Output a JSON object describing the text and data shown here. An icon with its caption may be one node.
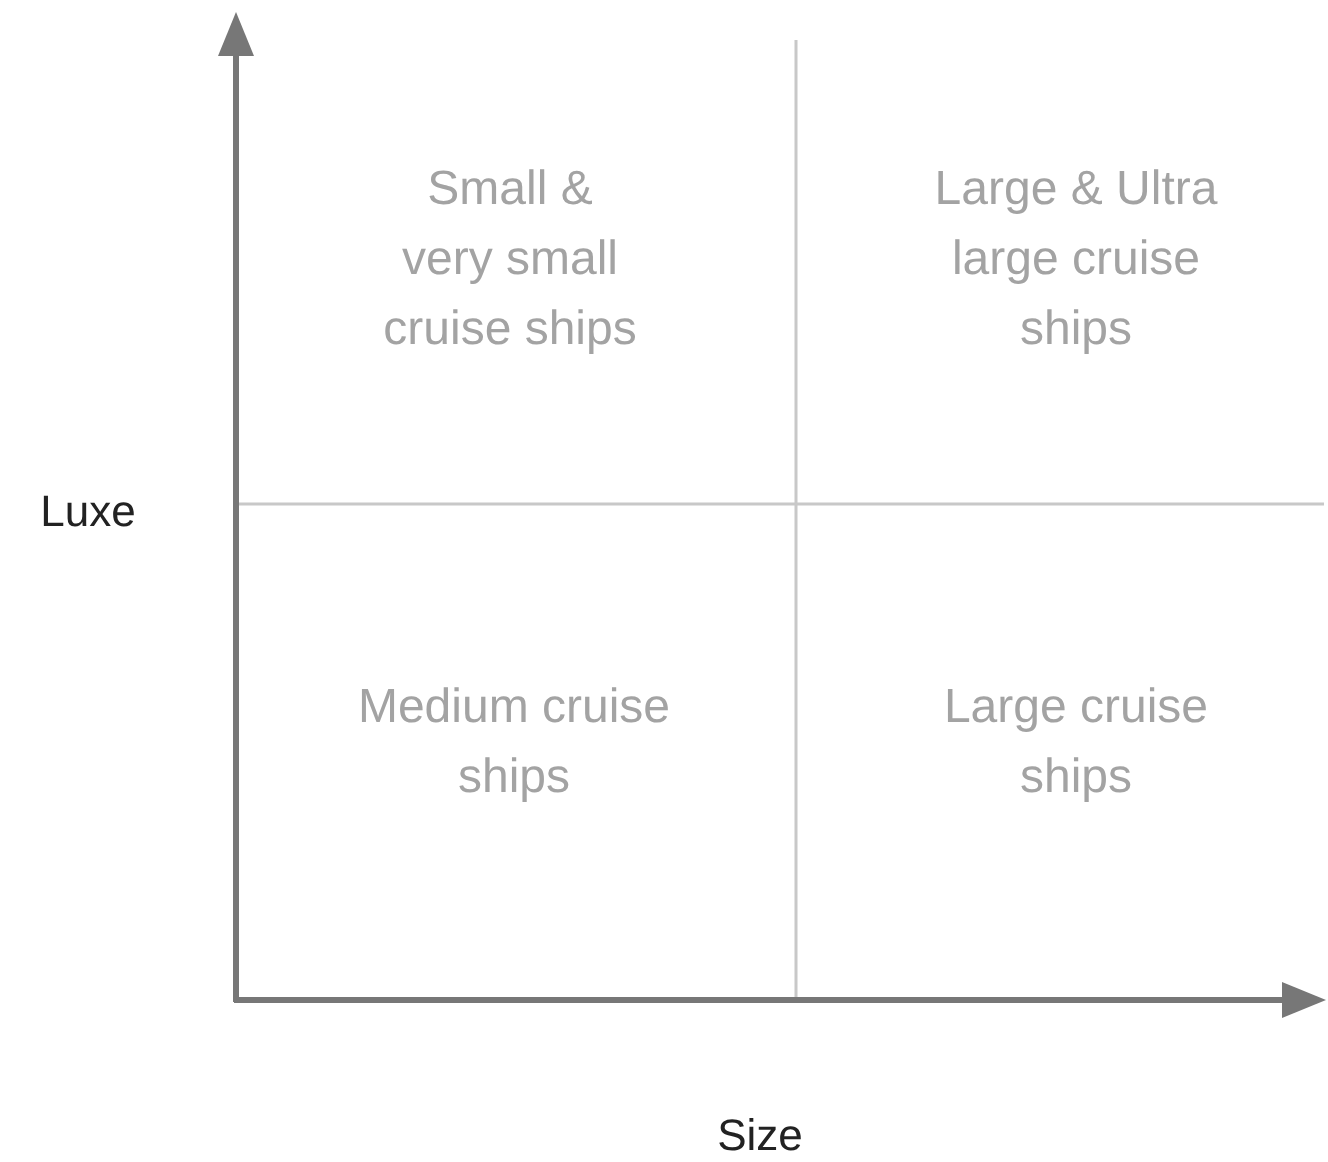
{
  "diagram": {
    "labels": [
      "Small & very small cruise ships",
      "Large & Ultra large cruise ships",
      "Luxe",
      "Medium cruise ships",
      "Large cruise ships",
      "Size"
    ]
  }
}
